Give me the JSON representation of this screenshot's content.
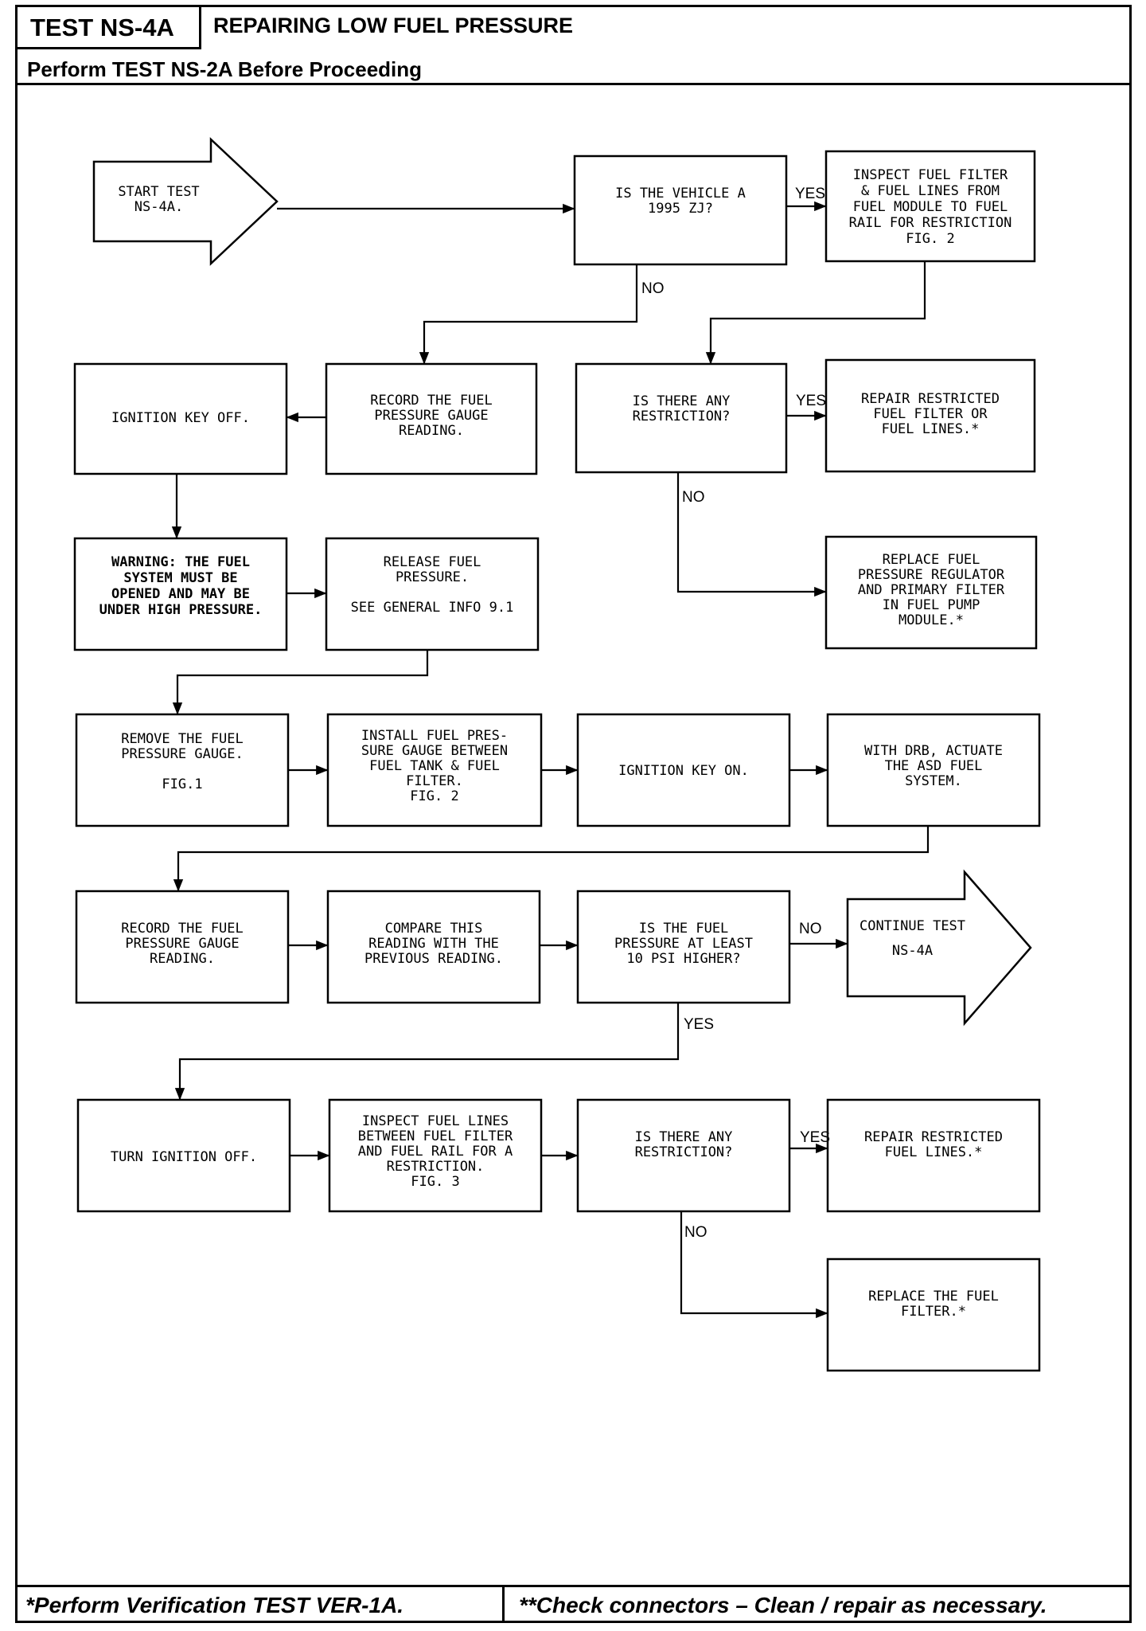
{
  "header": {
    "test_id": "TEST NS-4A",
    "title": "REPAIRING LOW FUEL PRESSURE",
    "prerequisite": "Perform TEST NS-2A Before Proceeding"
  },
  "footer": {
    "left_note": "*Perform Verification TEST VER-1A.",
    "right_note": "**Check connectors – Clean / repair as necessary."
  },
  "flowchart": {
    "nodes": [
      {
        "id": "start",
        "shape": "arrow",
        "lines": [
          "START TEST",
          "NS-4A."
        ]
      },
      {
        "id": "q_1995zj",
        "shape": "box",
        "lines": [
          "IS THE VEHICLE A",
          "1995 ZJ?"
        ]
      },
      {
        "id": "inspect_filter_lines",
        "shape": "box",
        "lines": [
          "INSPECT FUEL FILTER",
          "& FUEL LINES FROM",
          "FUEL MODULE TO FUEL",
          "RAIL FOR RESTRICTION",
          "FIG. 2"
        ]
      },
      {
        "id": "q_restriction_1",
        "shape": "box",
        "lines": [
          "IS THERE ANY",
          "RESTRICTION?"
        ]
      },
      {
        "id": "repair_filter_lines",
        "shape": "box",
        "lines": [
          "REPAIR RESTRICTED",
          "FUEL FILTER OR",
          "FUEL LINES.*"
        ]
      },
      {
        "id": "replace_regulator",
        "shape": "box",
        "lines": [
          "REPLACE FUEL",
          "PRESSURE REGULATOR",
          "AND PRIMARY FILTER",
          "IN FUEL PUMP",
          "MODULE.*"
        ]
      },
      {
        "id": "record_reading_1",
        "shape": "box",
        "lines": [
          "RECORD THE FUEL",
          "PRESSURE GAUGE",
          "READING."
        ]
      },
      {
        "id": "ignition_off_1",
        "shape": "box",
        "lines": [
          "IGNITION KEY OFF."
        ]
      },
      {
        "id": "warning",
        "shape": "box",
        "bold": true,
        "lines": [
          "WARNING: THE FUEL",
          "SYSTEM MUST BE",
          "OPENED AND MAY BE",
          "UNDER HIGH PRESSURE."
        ]
      },
      {
        "id": "release_pressure",
        "shape": "box",
        "lines": [
          "RELEASE FUEL",
          "PRESSURE.",
          "",
          "SEE GENERAL INFO 9.1"
        ]
      },
      {
        "id": "remove_gauge",
        "shape": "box",
        "lines": [
          "REMOVE THE FUEL",
          "PRESSURE GAUGE.",
          "",
          "FIG.1"
        ]
      },
      {
        "id": "install_gauge",
        "shape": "box",
        "lines": [
          "INSTALL FUEL PRES-",
          "SURE GAUGE BETWEEN",
          "FUEL TANK & FUEL",
          "FILTER.",
          "FIG. 2"
        ]
      },
      {
        "id": "ignition_on",
        "shape": "box",
        "lines": [
          "IGNITION KEY ON."
        ]
      },
      {
        "id": "actuate_asd",
        "shape": "box",
        "lines": [
          "WITH DRB, ACTUATE",
          "THE ASD FUEL",
          "SYSTEM."
        ]
      },
      {
        "id": "record_reading_2",
        "shape": "box",
        "lines": [
          "RECORD THE FUEL",
          "PRESSURE GAUGE",
          "READING."
        ]
      },
      {
        "id": "compare_reading",
        "shape": "box",
        "lines": [
          "COMPARE THIS",
          "READING WITH THE",
          "PREVIOUS READING."
        ]
      },
      {
        "id": "q_10psi",
        "shape": "box",
        "lines": [
          "IS THE FUEL",
          "PRESSURE AT LEAST",
          "10 PSI HIGHER?"
        ]
      },
      {
        "id": "continue_test",
        "shape": "arrow",
        "lines": [
          "CONTINUE TEST",
          "NS-4A"
        ]
      },
      {
        "id": "turn_ignition_off",
        "shape": "box",
        "lines": [
          "TURN IGNITION OFF."
        ]
      },
      {
        "id": "inspect_lines_rail",
        "shape": "box",
        "lines": [
          "INSPECT FUEL LINES",
          "BETWEEN FUEL FILTER",
          "AND FUEL RAIL FOR A",
          "RESTRICTION.",
          "FIG. 3"
        ]
      },
      {
        "id": "q_restriction_2",
        "shape": "box",
        "lines": [
          "IS THERE ANY",
          "RESTRICTION?"
        ]
      },
      {
        "id": "repair_lines",
        "shape": "box",
        "lines": [
          "REPAIR RESTRICTED",
          "FUEL LINES.*"
        ]
      },
      {
        "id": "replace_filter",
        "shape": "box",
        "lines": [
          "REPLACE THE FUEL",
          "FILTER.*"
        ]
      }
    ],
    "edges": [
      {
        "from": "start",
        "to": "q_1995zj",
        "label": ""
      },
      {
        "from": "q_1995zj",
        "to": "inspect_filter_lines",
        "label": "YES"
      },
      {
        "from": "q_1995zj",
        "to": "record_reading_1",
        "label": "NO"
      },
      {
        "from": "inspect_filter_lines",
        "to": "q_restriction_1",
        "label": ""
      },
      {
        "from": "q_restriction_1",
        "to": "repair_filter_lines",
        "label": "YES"
      },
      {
        "from": "q_restriction_1",
        "to": "replace_regulator",
        "label": "NO"
      },
      {
        "from": "record_reading_1",
        "to": "ignition_off_1",
        "label": ""
      },
      {
        "from": "ignition_off_1",
        "to": "warning",
        "label": ""
      },
      {
        "from": "warning",
        "to": "release_pressure",
        "label": ""
      },
      {
        "from": "release_pressure",
        "to": "remove_gauge",
        "label": ""
      },
      {
        "from": "remove_gauge",
        "to": "install_gauge",
        "label": ""
      },
      {
        "from": "install_gauge",
        "to": "ignition_on",
        "label": ""
      },
      {
        "from": "ignition_on",
        "to": "actuate_asd",
        "label": ""
      },
      {
        "from": "actuate_asd",
        "to": "record_reading_2",
        "label": ""
      },
      {
        "from": "record_reading_2",
        "to": "compare_reading",
        "label": ""
      },
      {
        "from": "compare_reading",
        "to": "q_10psi",
        "label": ""
      },
      {
        "from": "q_10psi",
        "to": "continue_test",
        "label": "NO"
      },
      {
        "from": "q_10psi",
        "to": "turn_ignition_off",
        "label": "YES"
      },
      {
        "from": "turn_ignition_off",
        "to": "inspect_lines_rail",
        "label": ""
      },
      {
        "from": "inspect_lines_rail",
        "to": "q_restriction_2",
        "label": ""
      },
      {
        "from": "q_restriction_2",
        "to": "repair_lines",
        "label": "YES"
      },
      {
        "from": "q_restriction_2",
        "to": "replace_filter",
        "label": "NO"
      }
    ]
  }
}
